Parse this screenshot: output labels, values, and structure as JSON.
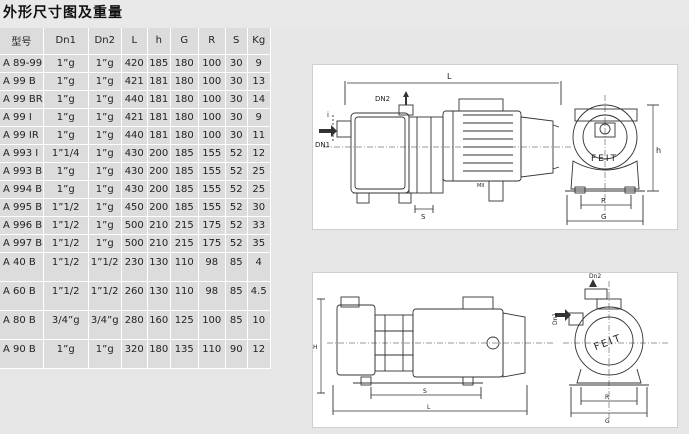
{
  "page": {
    "title": "外形尺寸图及重量"
  },
  "table": {
    "headers": [
      "型号",
      "Dn1",
      "Dn2",
      "L",
      "h",
      "G",
      "R",
      "S",
      "Kg"
    ],
    "rows": [
      [
        "A 89-99",
        "1”g",
        "1”g",
        "420",
        "185",
        "180",
        "100",
        "30",
        "9"
      ],
      [
        "A 99 B",
        "1”g",
        "1”g",
        "421",
        "181",
        "180",
        "100",
        "30",
        "13"
      ],
      [
        "A 99 BR",
        "1”g",
        "1”g",
        "440",
        "181",
        "180",
        "100",
        "30",
        "14"
      ],
      [
        "A 99 I",
        "1”g",
        "1”g",
        "421",
        "181",
        "180",
        "100",
        "30",
        "9"
      ],
      [
        "A 99 IR",
        "1”g",
        "1”g",
        "440",
        "181",
        "180",
        "100",
        "30",
        "11"
      ],
      [
        "A 993 I",
        "1”1/4",
        "1”g",
        "430",
        "200",
        "185",
        "155",
        "52",
        "12"
      ],
      [
        "A 993 B",
        "1”g",
        "1”g",
        "430",
        "200",
        "185",
        "155",
        "52",
        "25"
      ],
      [
        "A 994 B",
        "1”g",
        "1”g",
        "430",
        "200",
        "185",
        "155",
        "52",
        "25"
      ],
      [
        "A 995 B",
        "1”1/2",
        "1”g",
        "450",
        "200",
        "185",
        "155",
        "52",
        "30"
      ],
      [
        "A 996 B",
        "1”1/2",
        "1”g",
        "500",
        "210",
        "215",
        "175",
        "52",
        "33"
      ],
      [
        "A 997 B",
        "1”1/2",
        "1”g",
        "500",
        "210",
        "215",
        "175",
        "52",
        "35"
      ],
      [
        "A 40 B",
        "1”1/2",
        "1”1/2",
        "230",
        "130",
        "110",
        "98",
        "85",
        "4"
      ],
      [
        "A 60 B",
        "1”1/2",
        "1”1/2",
        "260",
        "130",
        "110",
        "98",
        "85",
        "4.5"
      ],
      [
        "A 80 B",
        "3/4”g",
        "3/4”g",
        "280",
        "160",
        "125",
        "100",
        "85",
        "10"
      ],
      [
        "A 90 B",
        "1”g",
        "1”g",
        "320",
        "180",
        "135",
        "110",
        "90",
        "12"
      ]
    ]
  },
  "drawing1": {
    "labels": {
      "L": "L",
      "DN2": "DN2",
      "DN1": "DN1",
      "i": "i",
      "S": "S",
      "R": "R",
      "G": "G",
      "h": "h",
      "brand": "FEIT",
      "nameplate": "MII"
    }
  },
  "drawing2": {
    "labels": {
      "H": "H",
      "S": "S",
      "L": "L",
      "Dn1": "Dn1",
      "Dn2": "Dn2",
      "R": "R",
      "G": "G",
      "brand": "FEIT"
    }
  }
}
